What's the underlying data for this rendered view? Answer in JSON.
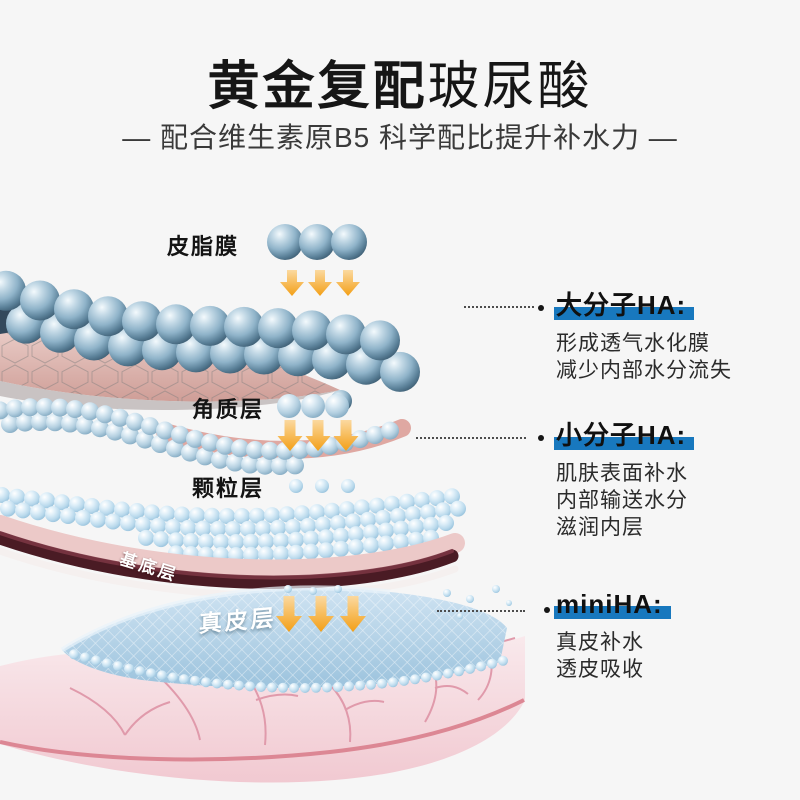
{
  "header": {
    "title_bold": "黄金复配",
    "title_regular": "玻尿酸",
    "subtitle": "— 配合维生素原B5 科学配比提升补水力 —"
  },
  "diagram": {
    "layer_labels": [
      {
        "id": "sebum-film",
        "text": "皮脂膜"
      },
      {
        "id": "stratum-corneum",
        "text": "角质层"
      },
      {
        "id": "granular-layer",
        "text": "颗粒层"
      },
      {
        "id": "basal-layer",
        "text": "基底层"
      },
      {
        "id": "dermis-layer",
        "text": "真皮层"
      }
    ]
  },
  "annotations": [
    {
      "heading": "大分子HA:",
      "lines": [
        "形成透气水化膜",
        "减少内部水分流失"
      ]
    },
    {
      "heading": "小分子HA:",
      "lines": [
        "肌肤表面补水",
        "内部输送水分",
        "滋润内层"
      ]
    },
    {
      "heading": "miniHA:",
      "lines": [
        "真皮补水",
        "透皮吸收"
      ]
    }
  ],
  "colors": {
    "highlight_blue": "#1878BE",
    "arrow_orange": "#F5A623",
    "bubble_blue": "#7FA3BB",
    "light_bubble_blue": "#B9D9EC",
    "skin_pink": "#F2CDD4",
    "basal_maroon": "#4A1B24",
    "text_dark": "#161616",
    "background": "#F6F6F6"
  }
}
